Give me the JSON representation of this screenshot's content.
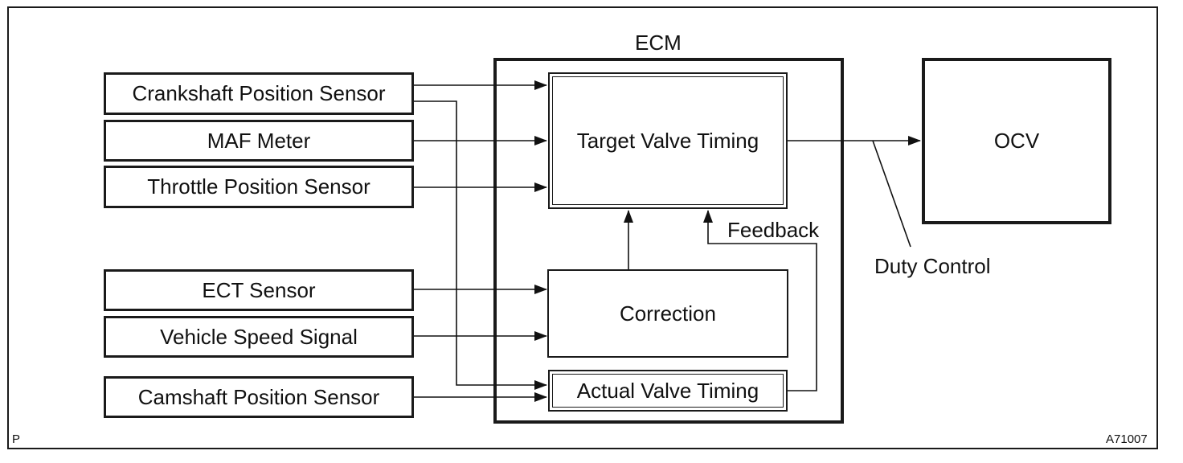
{
  "ecm": {
    "title": "ECM"
  },
  "inputs": [
    {
      "label": "Crankshaft Position Sensor"
    },
    {
      "label": "MAF Meter"
    },
    {
      "label": "Throttle Position Sensor"
    },
    {
      "label": "ECT Sensor"
    },
    {
      "label": "Vehicle Speed Signal"
    },
    {
      "label": "Camshaft Position Sensor"
    }
  ],
  "blocks": {
    "target_valve_timing": "Target Valve Timing",
    "correction": "Correction",
    "actual_valve_timing": "Actual Valve Timing"
  },
  "output": {
    "label": "OCV"
  },
  "annotations": {
    "feedback": "Feedback",
    "duty_control": "Duty Control"
  },
  "footer": {
    "left_code": "P",
    "figure_id": "A71007"
  }
}
